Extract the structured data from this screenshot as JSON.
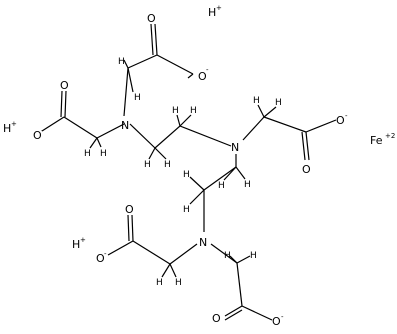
{
  "molecule": {
    "atoms": {
      "N": "N",
      "O": "O",
      "H": "H",
      "minus": "-",
      "plus": "+",
      "Fe": "Fe",
      "Fe_charge": "+2"
    }
  }
}
